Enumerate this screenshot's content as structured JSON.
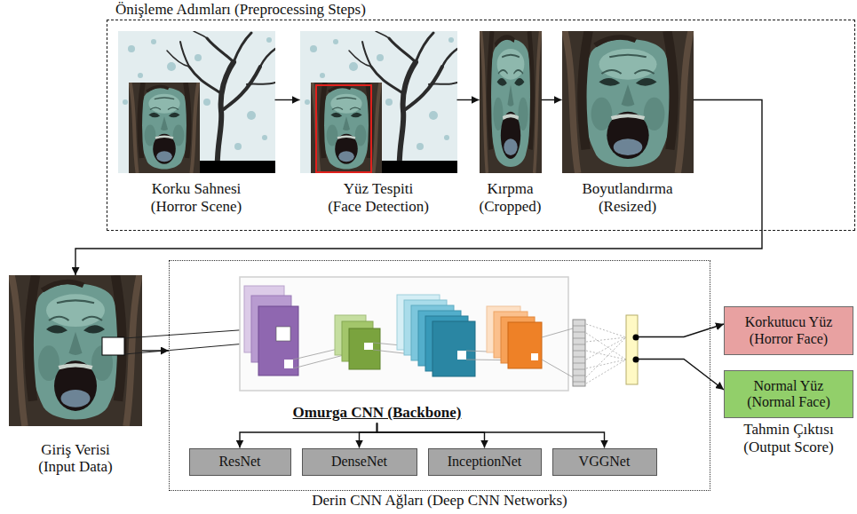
{
  "diagram": {
    "nodes": [
      {
        "text": [
          "Önişleme Adımları (Preprocessing Steps)"
        ]
      },
      {
        "text": [
          "Korku Sahnesi (Horror Scene)"
        ],
        "in": 0
      },
      {
        "text": [
          "Yüz Tespiti (Face Detection)"
        ],
        "in": 0
      },
      {
        "text": [
          "Kırpma (Cropped)"
        ],
        "in": 0
      },
      {
        "text": [
          "Boyutlandırma (Resized)"
        ],
        "in": 0
      },
      {
        "text": [
          "Giriş Verisi (Input Data)"
        ]
      },
      {
        "text": [
          "Derin CNN Ağları (Deep CNN Networks)"
        ]
      },
      {
        "text": [
          "Omurga CNN (Backbone)"
        ],
        "in": 6
      },
      {
        "text": [
          "ResNet"
        ],
        "in": 6
      },
      {
        "text": [
          "DenseNet"
        ],
        "in": 6
      },
      {
        "text": [
          "InceptionNet"
        ],
        "in": 6
      },
      {
        "text": [
          "VGGNet"
        ],
        "in": 6
      },
      {
        "text": [
          "Korkutucu Yüz (Horror Face)"
        ]
      },
      {
        "text": [
          "Normal Yüz (Normal Face)"
        ]
      }
    ],
    "edges": [
      {
        "from": 1,
        "to": 2,
        "arrow": "to"
      },
      {
        "from": 2,
        "to": 3,
        "arrow": "to"
      },
      {
        "from": 3,
        "to": 4,
        "arrow": "to"
      },
      {
        "from": 4,
        "to": 5,
        "arrow": "to"
      },
      {
        "from": 5,
        "to": 6,
        "arrow": "to"
      },
      {
        "from": 7,
        "to": 8,
        "arrow": "to"
      },
      {
        "from": 7,
        "to": 9,
        "arrow": "to"
      },
      {
        "from": 7,
        "to": 10,
        "arrow": "to"
      },
      {
        "from": 7,
        "to": 11,
        "arrow": "to"
      },
      {
        "from": 7,
        "to": 12,
        "arrow": "to"
      },
      {
        "from": 7,
        "to": 13,
        "arrow": "to"
      }
    ],
    "labels": [
      "Tahmin Çıktısı (Output Score)"
    ]
  }
}
